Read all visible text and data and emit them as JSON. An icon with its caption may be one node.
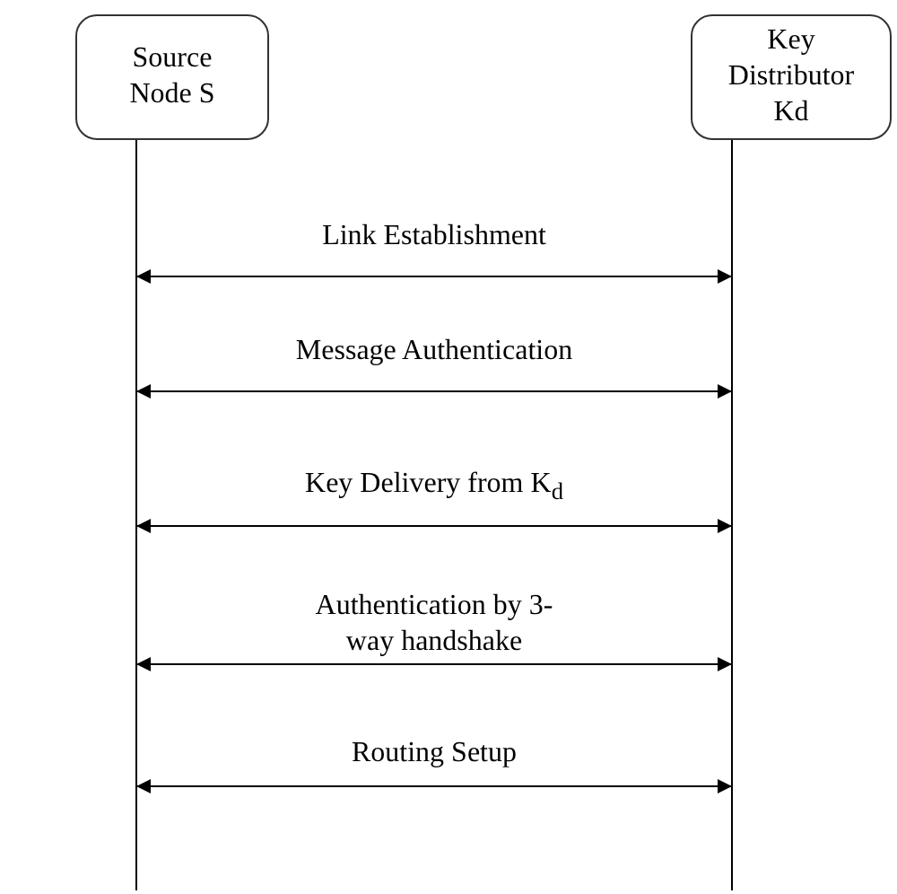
{
  "diagram": {
    "nodes": [
      {
        "text": [
          "Source Node S"
        ]
      },
      {
        "text": [
          "Key Distributor Kd"
        ]
      }
    ],
    "edges": [
      {
        "from": 0,
        "to": 1,
        "arrow": "both",
        "label": "Link Establishment"
      },
      {
        "from": 0,
        "to": 1,
        "arrow": "both",
        "label": "Message Authentication"
      },
      {
        "from": 0,
        "to": 1,
        "arrow": "both",
        "label": "Key Delivery from K$_{d}$"
      },
      {
        "from": 0,
        "to": 1,
        "arrow": "both",
        "label": "Authentication by 3-way handshake"
      },
      {
        "from": 0,
        "to": 1,
        "arrow": "both",
        "label": "Routing Setup"
      }
    ]
  }
}
